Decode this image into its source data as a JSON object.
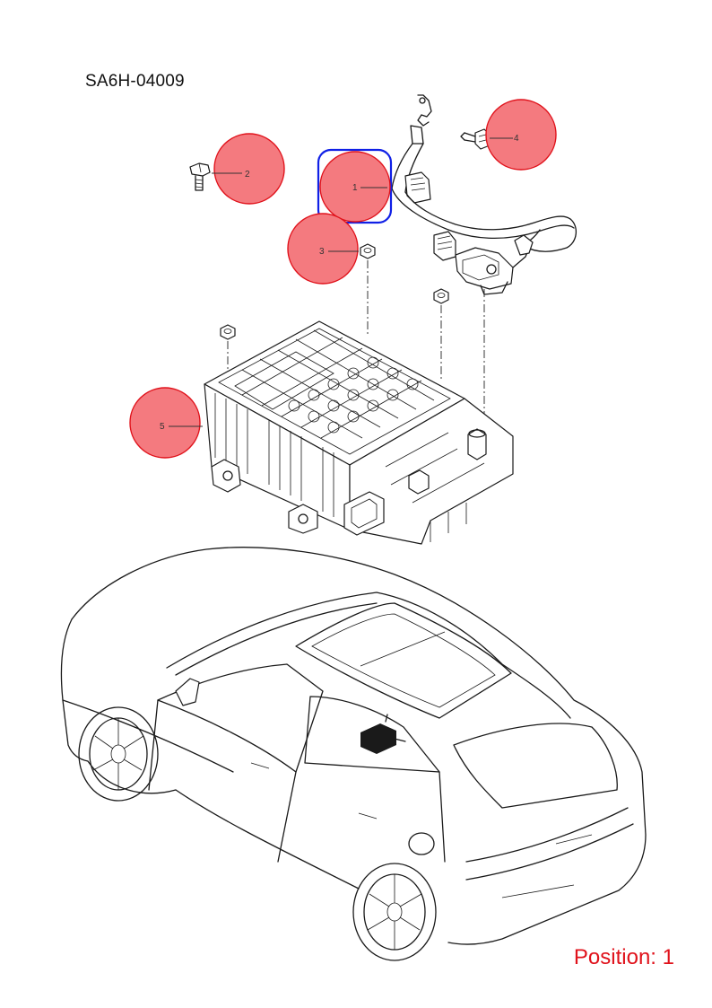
{
  "diagram": {
    "code": "SA6H-04009",
    "position_label": "Position: 1",
    "colors": {
      "callout_fill": "#f47a7f",
      "callout_stroke": "#e0121b",
      "highlight_stroke": "#1020e6",
      "position_text": "#e0121b"
    },
    "callouts": [
      {
        "number": "1",
        "highlighted": true
      },
      {
        "number": "2",
        "highlighted": false
      },
      {
        "number": "3",
        "highlighted": false
      },
      {
        "number": "4",
        "highlighted": false
      },
      {
        "number": "5",
        "highlighted": false
      }
    ]
  }
}
